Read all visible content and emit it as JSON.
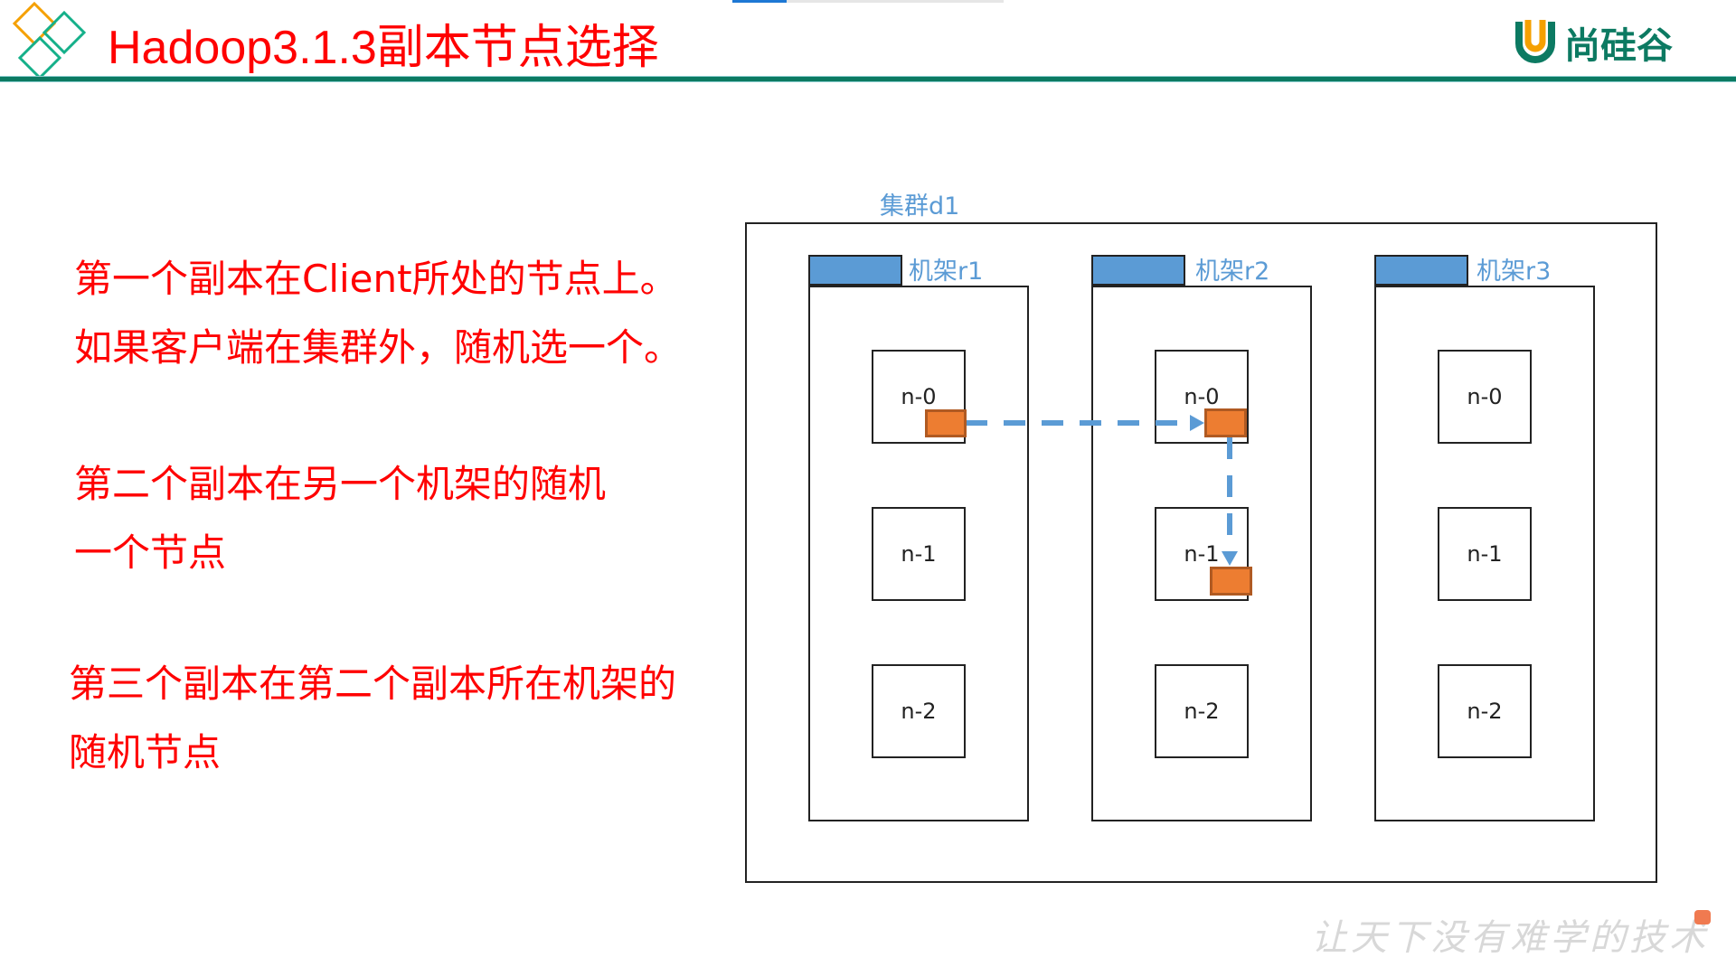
{
  "header": {
    "title": "Hadoop3.1.3副本节点选择",
    "logo_text": "尚硅谷"
  },
  "left_text": {
    "p1": [
      "第一个副本在Client所处的节点上。",
      "如果客户端在集群外，随机选一个。"
    ],
    "p2": [
      "第二个副本在另一个机架的随机",
      "一个节点"
    ],
    "p3": [
      "第三个副本在第二个副本所在机架的",
      "随机节点"
    ]
  },
  "diagram": {
    "cluster_label": "集群d1",
    "racks": [
      {
        "label": "机架r1",
        "nodes": [
          "n-0",
          "n-1",
          "n-2"
        ]
      },
      {
        "label": "机架r2",
        "nodes": [
          "n-0",
          "n-1",
          "n-2"
        ]
      },
      {
        "label": "机架r3",
        "nodes": [
          "n-0",
          "n-1",
          "n-2"
        ]
      }
    ]
  },
  "footer": {
    "watermark": "让天下没有难学的技术"
  },
  "colors": {
    "title": "#ff0000",
    "accent": "#0c7a62",
    "rack": "#5b9bd5",
    "block": "#ed7d31"
  }
}
